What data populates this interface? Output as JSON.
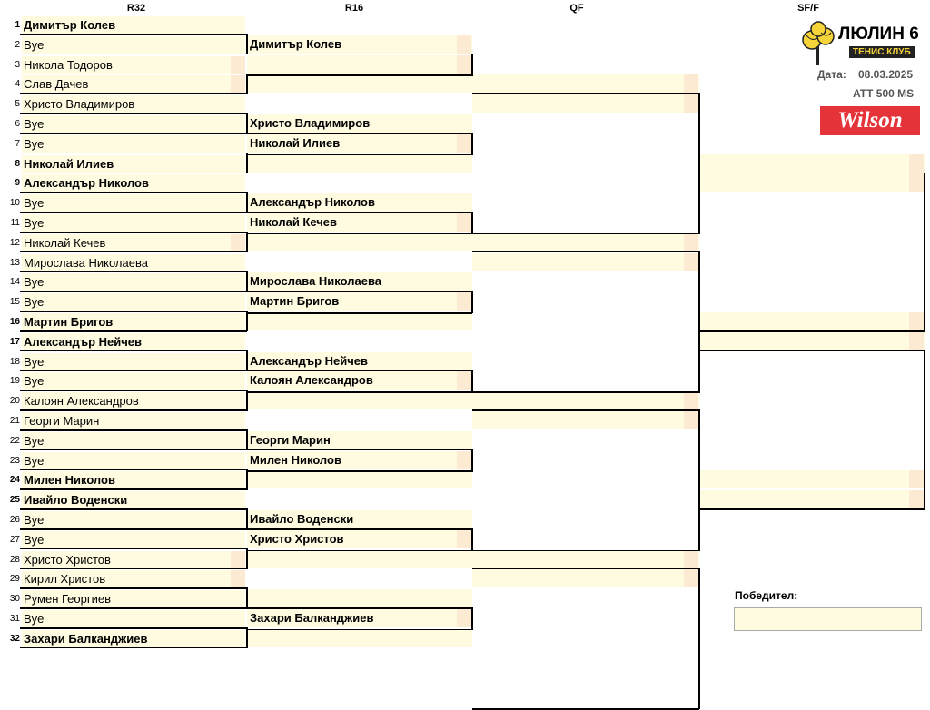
{
  "headers": {
    "r32": "R32",
    "r16": "R16",
    "qf": "QF",
    "sf": "SF/F"
  },
  "r32": [
    {
      "seed": "1",
      "name": "Димитър Колев",
      "bold": true
    },
    {
      "seed": "2",
      "name": "Bye",
      "bold": false
    },
    {
      "seed": "3",
      "name": "Никола Тодоров",
      "bold": false
    },
    {
      "seed": "4",
      "name": "Слав Дачев",
      "bold": false
    },
    {
      "seed": "5",
      "name": "Христо Владимиров",
      "bold": false
    },
    {
      "seed": "6",
      "name": "Bye",
      "bold": false
    },
    {
      "seed": "7",
      "name": "Bye",
      "bold": false
    },
    {
      "seed": "8",
      "name": "Николай Илиев",
      "bold": true
    },
    {
      "seed": "9",
      "name": "Александър Николов",
      "bold": true
    },
    {
      "seed": "10",
      "name": "Bye",
      "bold": false
    },
    {
      "seed": "11",
      "name": "Bye",
      "bold": false
    },
    {
      "seed": "12",
      "name": "Николай Кечев",
      "bold": false
    },
    {
      "seed": "13",
      "name": "Мирослава Николаева",
      "bold": false
    },
    {
      "seed": "14",
      "name": "Bye",
      "bold": false
    },
    {
      "seed": "15",
      "name": "Bye",
      "bold": false
    },
    {
      "seed": "16",
      "name": "Мартин Бригов",
      "bold": true
    },
    {
      "seed": "17",
      "name": "Александър Нейчев",
      "bold": true
    },
    {
      "seed": "18",
      "name": "Bye",
      "bold": false
    },
    {
      "seed": "19",
      "name": "Bye",
      "bold": false
    },
    {
      "seed": "20",
      "name": "Калоян Александров",
      "bold": false
    },
    {
      "seed": "21",
      "name": "Георги Марин",
      "bold": false
    },
    {
      "seed": "22",
      "name": "Bye",
      "bold": false
    },
    {
      "seed": "23",
      "name": "Bye",
      "bold": false
    },
    {
      "seed": "24",
      "name": "Милен Николов",
      "bold": true
    },
    {
      "seed": "25",
      "name": "Ивайло Воденски",
      "bold": true
    },
    {
      "seed": "26",
      "name": "Bye",
      "bold": false
    },
    {
      "seed": "27",
      "name": "Bye",
      "bold": false
    },
    {
      "seed": "28",
      "name": "Христо Христов",
      "bold": false
    },
    {
      "seed": "29",
      "name": "Кирил Христов",
      "bold": false
    },
    {
      "seed": "30",
      "name": "Румен Георгиев",
      "bold": false
    },
    {
      "seed": "31",
      "name": "Bye",
      "bold": false
    },
    {
      "seed": "32",
      "name": "Захари Балканджиев",
      "bold": true
    }
  ],
  "r16": [
    "Димитър Колев",
    "",
    "",
    "Христо Владимиров",
    "Николай Илиев",
    "",
    "Александър Николов",
    "Николай Кечев",
    "",
    "Мирослава Николаева",
    "Мартин Бригов",
    "",
    "Александър Нейчев",
    "Калоян Александров",
    "",
    "Георги Марин",
    "Милен Николов",
    "",
    "Ивайло Воденски",
    "Христо Христов",
    "",
    "",
    "Захари Балканджиев",
    ""
  ],
  "info": {
    "date_label": "Дата:",
    "date_value": "08.03.2025",
    "tournament": "ATT 500 MS",
    "winner_label": "Победител:"
  },
  "logo": {
    "line1": "ЛЮЛИН 6",
    "line2": "ТЕНИС КЛУБ",
    "brand": "Wilson"
  },
  "colors": {
    "cell": "#fffbe0",
    "shade": "#fcebd2",
    "wilson": "#e5333a",
    "logo_yellow": "#f5d43a"
  }
}
